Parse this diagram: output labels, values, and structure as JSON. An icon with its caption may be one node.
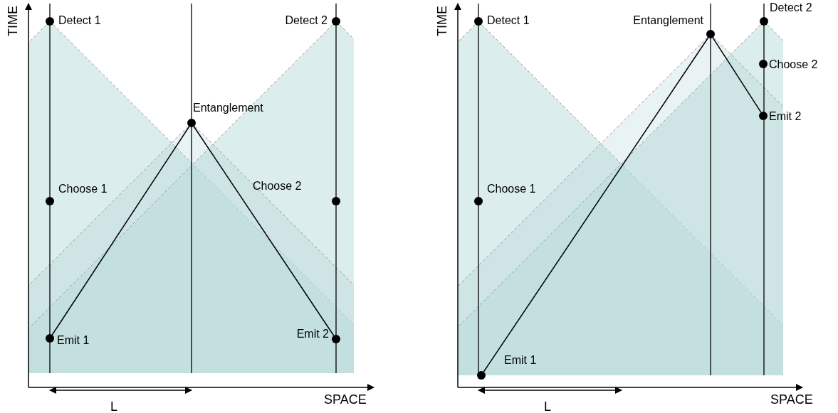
{
  "diagram": {
    "nodes": [
      {
        "text": [
          "Detect 1"
        ]
      },
      {
        "text": [
          "Detect 2"
        ]
      },
      {
        "text": [
          "Entanglement"
        ]
      },
      {
        "text": [
          "Choose 1"
        ]
      },
      {
        "text": [
          "Choose 2"
        ]
      },
      {
        "text": [
          "Emit 1"
        ]
      },
      {
        "text": [
          "Emit 2"
        ]
      },
      {
        "text": [
          "Detect 1"
        ]
      },
      {
        "text": [
          "Entanglement"
        ]
      },
      {
        "text": [
          "Detect 2"
        ]
      },
      {
        "text": [
          "Choose 2"
        ]
      },
      {
        "text": [
          "Emit 2"
        ]
      },
      {
        "text": [
          "Choose 1"
        ]
      },
      {
        "text": [
          "Emit 1"
        ]
      }
    ],
    "edges": [
      {
        "from": 5,
        "to": 2,
        "arrow": "none"
      },
      {
        "from": 2,
        "to": 6,
        "arrow": "none"
      },
      {
        "from": 13,
        "to": 8,
        "arrow": "none"
      },
      {
        "from": 8,
        "to": 11,
        "arrow": "none"
      }
    ],
    "labels": [
      "TIME",
      "SPACE",
      "L",
      "TIME",
      "SPACE",
      "L"
    ]
  }
}
